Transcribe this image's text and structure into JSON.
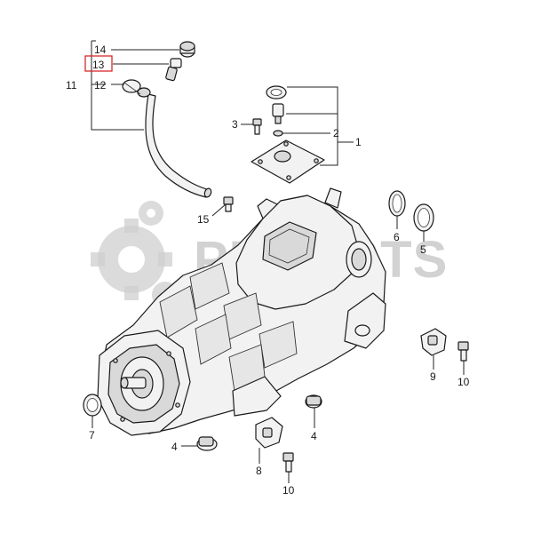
{
  "watermark": {
    "text": "PMPARTS"
  },
  "callouts": {
    "c14": "14",
    "c13": "13",
    "c12": "12",
    "c11": "11",
    "c3": "3",
    "c2": "2",
    "c1": "1",
    "c15": "15",
    "c6": "6",
    "c5": "5",
    "c9": "9",
    "c10a": "10",
    "c7": "7",
    "c4a": "4",
    "c4b": "4",
    "c8": "8",
    "c10b": "10"
  },
  "highlighted_callout": "13",
  "colors": {
    "line": "#1a1a1a",
    "highlight": "#d62828",
    "watermark": "#c4c4c4"
  }
}
